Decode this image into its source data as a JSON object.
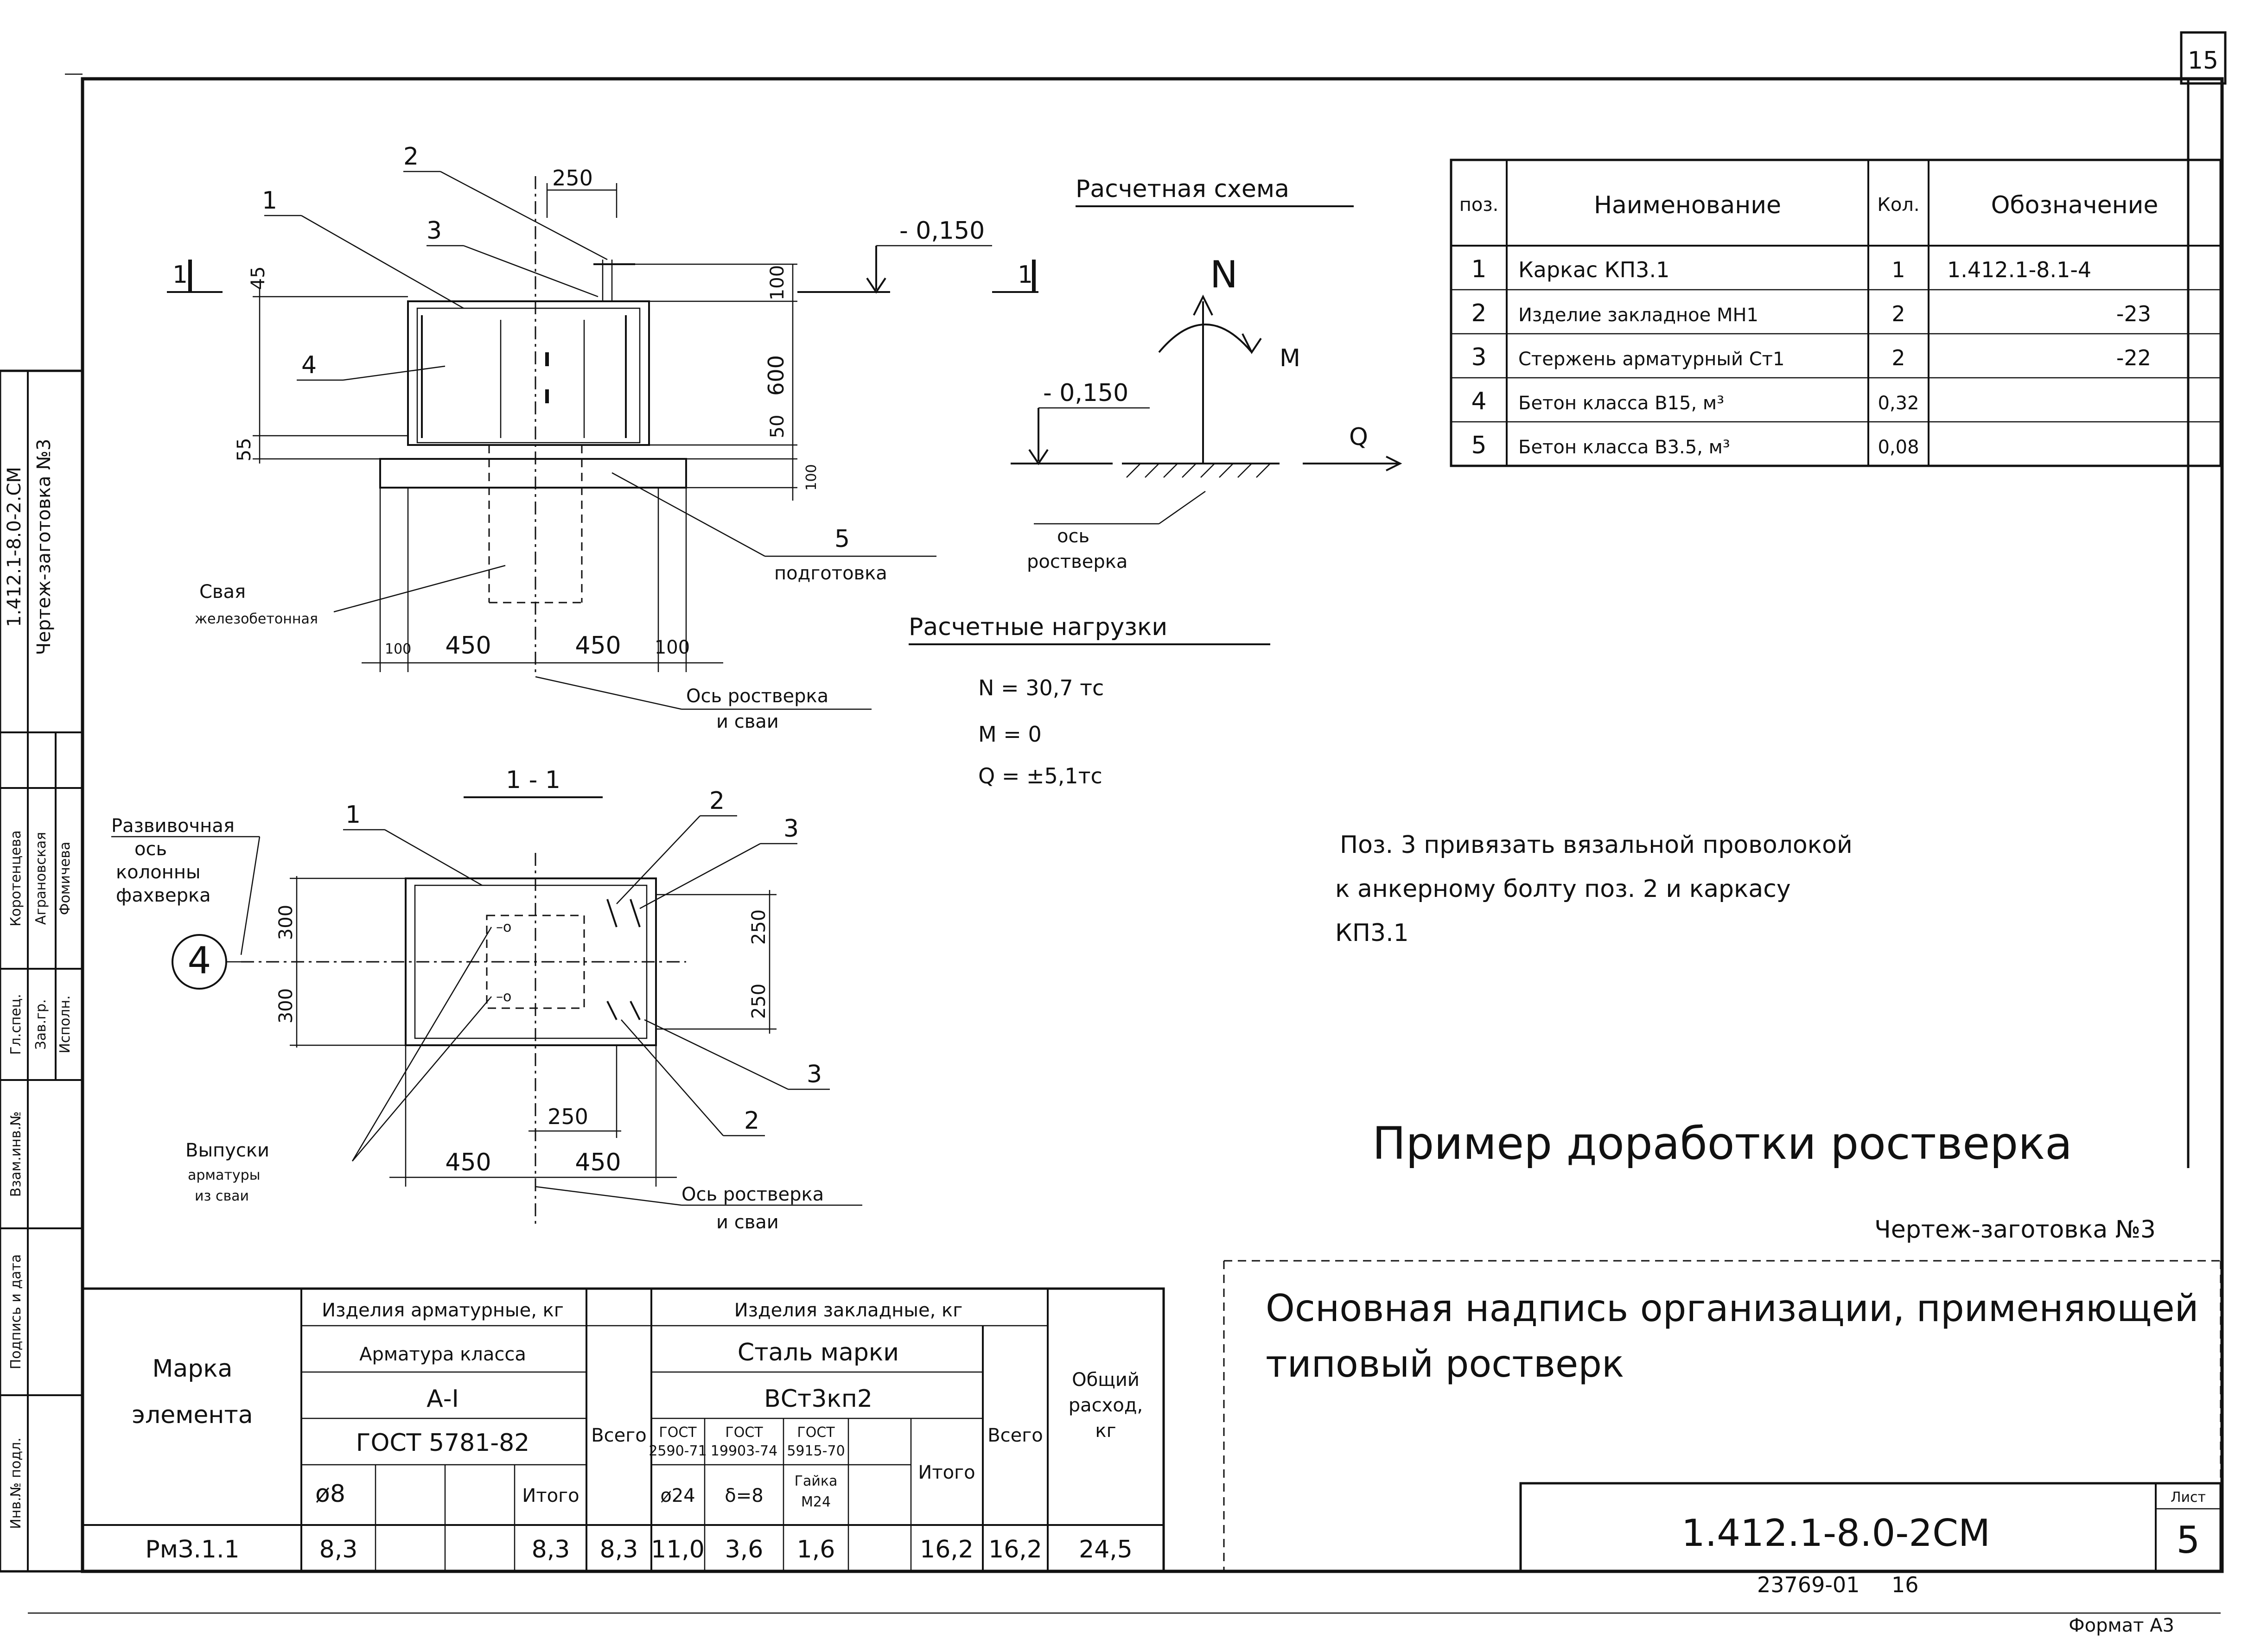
{
  "sheet": {
    "corner_number": "15",
    "format_label": "Формат А3",
    "inventory_number": "23769-01",
    "inventory_copy": "16"
  },
  "side_stamp": {
    "code": "1.412.1-8.0-2.СМ",
    "drawing": "Чертеж-заготовка №3",
    "roles": [
      "Гл.спец.",
      "Зав.гр.",
      "Исполн."
    ],
    "names": [
      "Коротенцева",
      "Аграновская",
      "Фомичева"
    ],
    "fields": [
      "Инв.№ подл.",
      "Подпись и дата",
      "Взам.инв.№"
    ]
  },
  "plan": {
    "labels": {
      "num_1": "1",
      "num_2": "2",
      "num_3": "3",
      "num_4": "4",
      "num_5": "5",
      "section_mark_left": "1",
      "section_mark_right": "1",
      "dim_250": "250",
      "dim_100_top": "100",
      "dim_600": "600",
      "dim_50": "50",
      "dim_100_right": "100",
      "dim_45": "45",
      "dim_55": "55",
      "level": "- 0,150",
      "dim_100_left": "100",
      "dim_450_left": "450",
      "dim_450_right": "450",
      "dim_100_end": "100",
      "pile_line1": "Свая",
      "pile_line2": "железобетонная",
      "prep": "подготовка",
      "axis_line1": "Ось ростверка",
      "axis_line2": "и сваи"
    }
  },
  "section": {
    "title": "1 - 1",
    "labels": {
      "num_1": "1",
      "num_2_top": "2",
      "num_3_top": "3",
      "num_3_bottom": "3",
      "num_2_bottom": "2",
      "axis_circle": "4",
      "razb_line1": "Развивочная",
      "razb_line2": "ось",
      "razb_line3": "колонны",
      "razb_line4": "фахверка",
      "dim_300_top": "300",
      "dim_300_bottom": "300",
      "dim_250_right": "250",
      "dim_250_right2": "250",
      "dim_250_bottom": "250",
      "dim_450_left": "450",
      "dim_450_right": "450",
      "vypuski_line1": "Выпуски",
      "vypuski_line2": "арматуры",
      "vypuski_line3": "из сваи",
      "axis_line1": "Ось ростверка",
      "axis_line2": "и сваи"
    }
  },
  "scheme": {
    "title": "Расчетная схема",
    "n": "N",
    "m": "M",
    "q": "Q",
    "level": "- 0,150",
    "axis_line1": "ось",
    "axis_line2": "ростверка"
  },
  "loads": {
    "title": "Расчетные нагрузки",
    "items": [
      "N = 30,7 тс",
      "M = 0",
      "Q = ±5,1тс"
    ]
  },
  "note": {
    "lines": [
      "Поз. 3 привязать вязальной проволокой",
      "к анкерному болту поз. 2 и каркасу",
      "КП3.1"
    ]
  },
  "spec_table": {
    "headers": [
      "поз.",
      "Наименование",
      "Кол.",
      "Обозначение"
    ],
    "rows": [
      {
        "pos": "1",
        "name": "Каркас КП3.1",
        "qty": "1",
        "code": "1.412.1-8.1-4"
      },
      {
        "pos": "2",
        "name": "Изделие закладное МН1",
        "qty": "2",
        "code": "-23"
      },
      {
        "pos": "3",
        "name": "Стержень арматурный Ст1",
        "qty": "2",
        "code": "-22"
      },
      {
        "pos": "4",
        "name": "Бетон класса В15, м³",
        "qty": "0,32",
        "code": ""
      },
      {
        "pos": "5",
        "name": "Бетон класса В3.5, м³",
        "qty": "0,08",
        "code": ""
      }
    ]
  },
  "title_area": {
    "title": "Пример доработки ростверка",
    "subtitle": "Чертеж-заготовка №3",
    "stamp_line1": "Основная надпись организации, применяющей",
    "stamp_line2": "типовый ростверк",
    "doc_code": "1.412.1-8.0-2СМ",
    "sheet_label": "Лист",
    "sheet_num": "5"
  },
  "materials_table": {
    "h_mark_1": "Марка",
    "h_mark_2": "элемента",
    "h_rebar": "Изделия арматурные, кг",
    "h_rebar_class": "Арматура класса",
    "h_class": "А-I",
    "h_gost": "ГОСТ 5781-82",
    "h_d8": "ø8",
    "h_itogo1": "Итого",
    "h_vsego1": "Всего",
    "h_embed": "Изделия закладные, кг",
    "h_steel": "Сталь марки",
    "h_steel_mark": "ВСт3кп2",
    "h_g1a": "ГОСТ",
    "h_g1b": "2590-71",
    "h_g2a": "ГОСТ",
    "h_g2b": "19903-74",
    "h_g3a": "ГОСТ",
    "h_g3b": "5915-70",
    "h_d24": "ø24",
    "h_d8b": "δ=8",
    "h_nut1": "Гайка",
    "h_nut2": "М24",
    "h_itogo2": "Итого",
    "h_vsego2": "Всего",
    "h_total_1": "Общий",
    "h_total_2": "расход,",
    "h_total_3": "кг",
    "row": {
      "mark": "РмЗ.1.1",
      "d8": "8,3",
      "itogo1": "8,3",
      "vsego1": "8,3",
      "g1": "11,0",
      "g2": "3,6",
      "g3": "1,6",
      "itogo2": "16,2",
      "vsego2": "16,2",
      "total": "24,5"
    }
  }
}
